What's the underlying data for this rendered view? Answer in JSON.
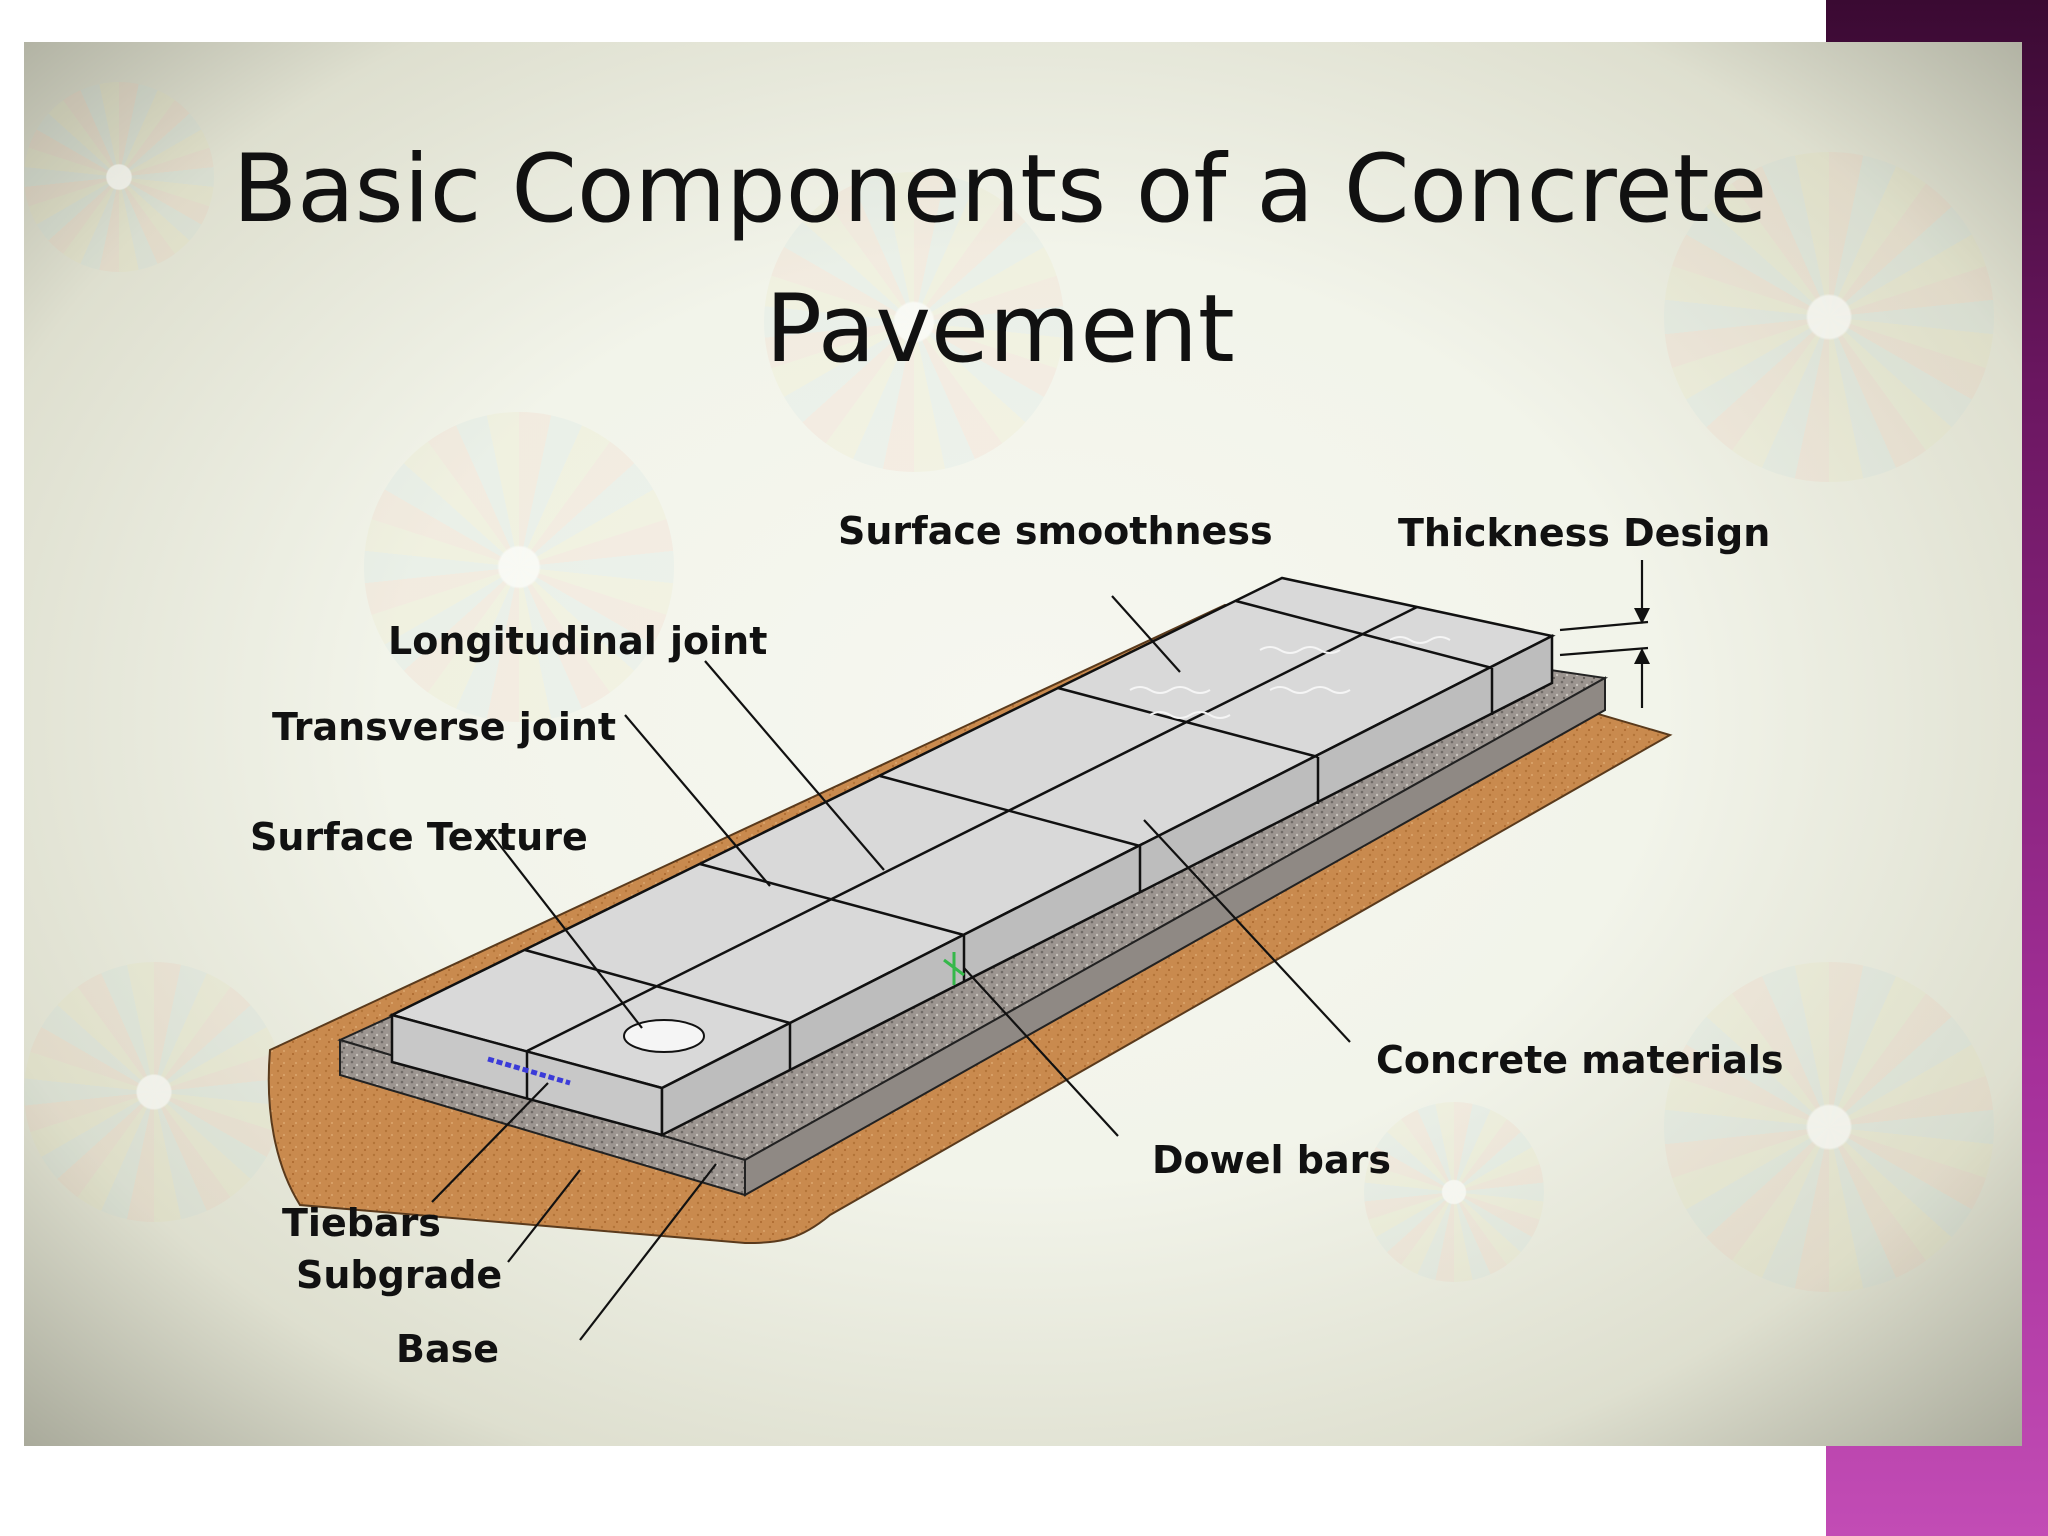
{
  "slide": {
    "title_line1": "Basic Components of a Concrete",
    "title_line2": "Pavement"
  },
  "labels": {
    "surface_smoothness": "Surface smoothness",
    "thickness_design": "Thickness Design",
    "longitudinal_joint": "Longitudinal joint",
    "transverse_joint": "Transverse joint",
    "surface_texture": "Surface Texture",
    "concrete_materials": "Concrete materials",
    "dowel_bars": "Dowel bars",
    "tiebars": "Tiebars",
    "subgrade": "Subgrade",
    "base": "Base"
  },
  "colors": {
    "accent_bar": "#7a1d70",
    "subgrade": "#c98a4e",
    "base": "#9c9590",
    "slab_top": "#d9d9d9",
    "slab_side": "#c4c4c4",
    "tiebar": "#3b3bd8"
  }
}
